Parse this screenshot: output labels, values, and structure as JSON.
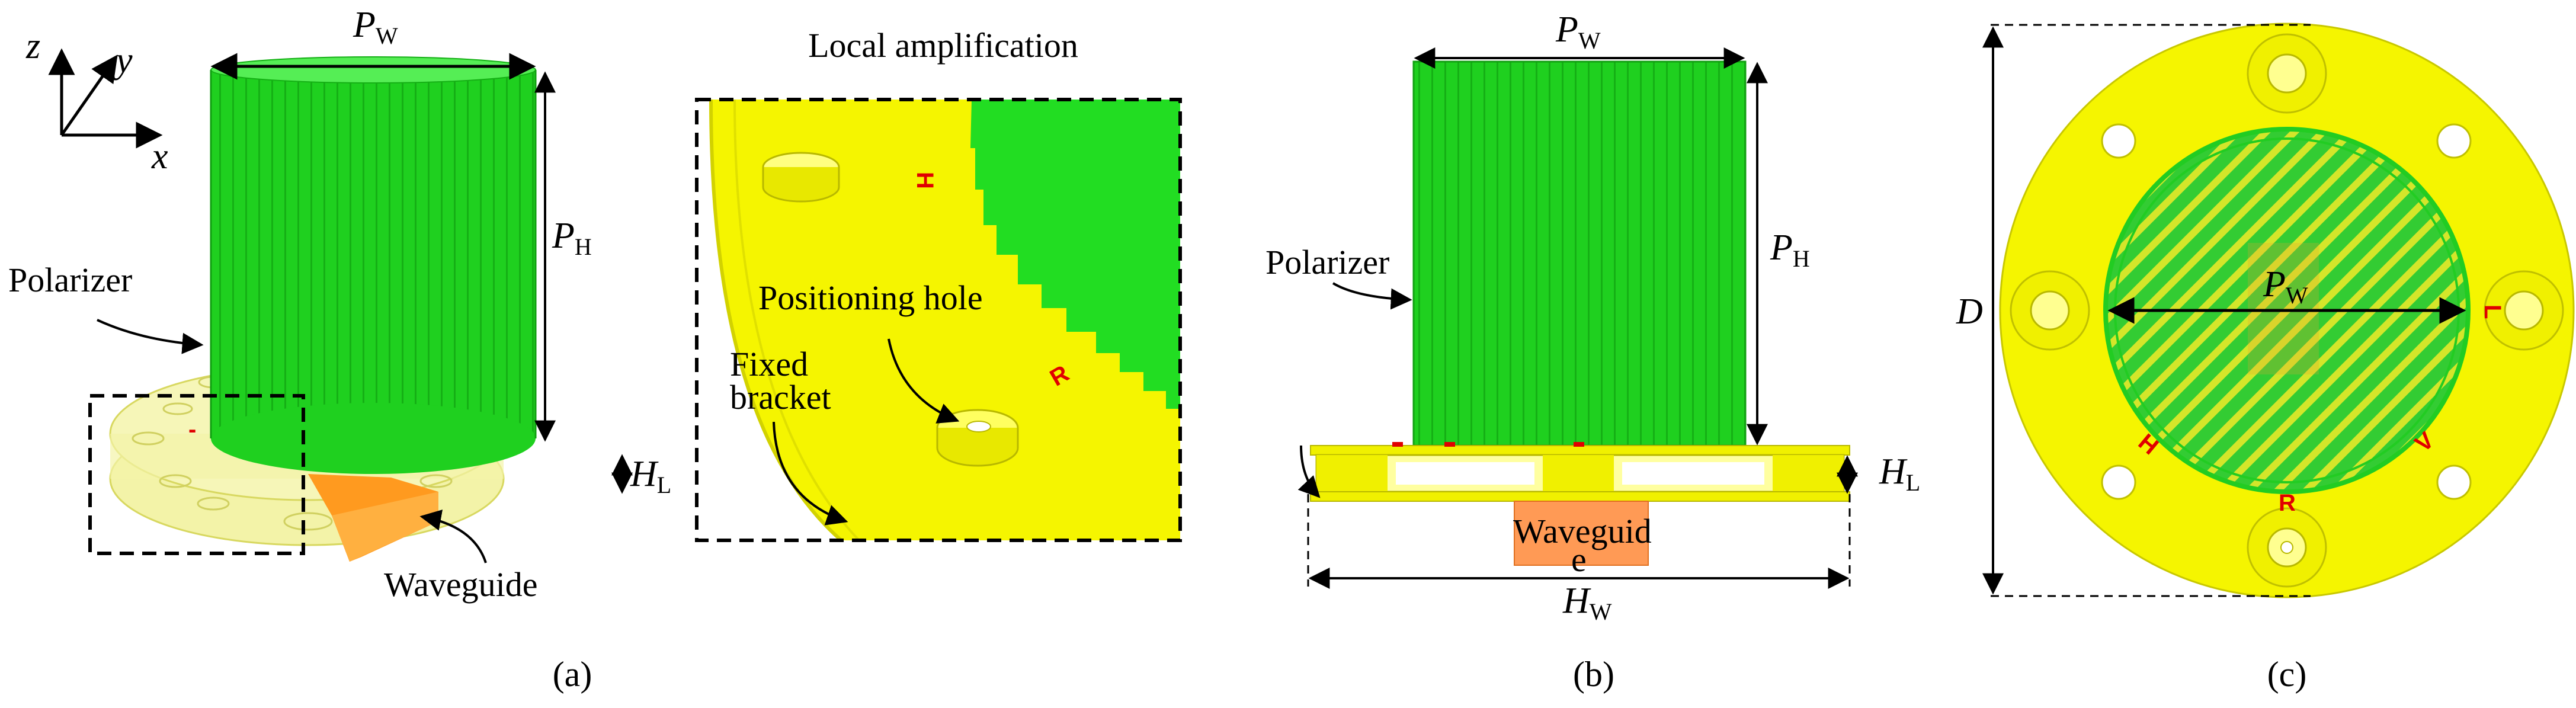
{
  "panel_a": {
    "axes": {
      "z": "z",
      "y": "y",
      "x": "x"
    },
    "pw": {
      "main": "P",
      "sub": "W"
    },
    "ph": {
      "main": "P",
      "sub": "H"
    },
    "hl": {
      "main": "H",
      "sub": "L"
    },
    "polarizer": "Polarizer",
    "waveguide": "Waveguide",
    "caption": "(a)"
  },
  "inset": {
    "title": "Local amplification",
    "positioning_hole": "Positioning hole",
    "fixed": "Fixed",
    "bracket": "bracket",
    "mark_h": "H",
    "mark_r": "R"
  },
  "panel_b": {
    "pw": {
      "main": "P",
      "sub": "W"
    },
    "ph": {
      "main": "P",
      "sub": "H"
    },
    "hl": {
      "main": "H",
      "sub": "L"
    },
    "hw": {
      "main": "H",
      "sub": "W"
    },
    "polarizer": "Polarizer",
    "waveguide_1": "Waveguid",
    "waveguide_2": "e",
    "caption": "(b)"
  },
  "panel_c": {
    "d": "D",
    "pw": {
      "main": "P",
      "sub": "W"
    },
    "mark_l": "L",
    "mark_h": "H",
    "mark_v": "V",
    "mark_r": "R",
    "caption": "(c)"
  },
  "colors": {
    "green": "#22dd22",
    "yellow": "#f0f000",
    "orange": "#ff9933",
    "red": "#e00000"
  }
}
